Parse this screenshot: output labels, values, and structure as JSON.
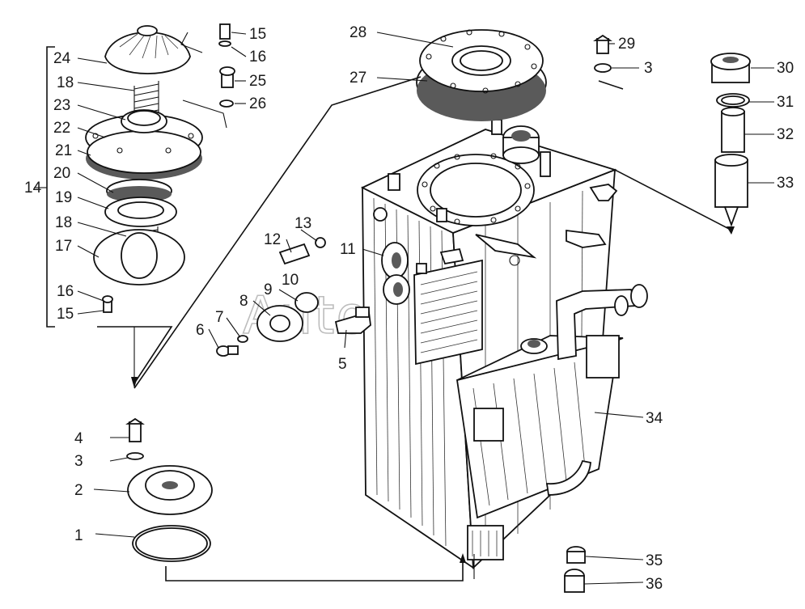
{
  "watermark": "AutoSoft",
  "callouts": {
    "c1": "1",
    "c2": "2",
    "c3a": "3",
    "c3b": "3",
    "c4": "4",
    "c5": "5",
    "c6": "6",
    "c7": "7",
    "c8": "8",
    "c9": "9",
    "c10": "10",
    "c11": "11",
    "c12": "12",
    "c13": "13",
    "c14": "14",
    "c15a": "15",
    "c15b": "15",
    "c16a": "16",
    "c16b": "16",
    "c17": "17",
    "c18a": "18",
    "c18b": "18",
    "c19": "19",
    "c20": "20",
    "c21": "21",
    "c22": "22",
    "c23": "23",
    "c24": "24",
    "c25": "25",
    "c26": "26",
    "c27": "27",
    "c28": "28",
    "c29": "29",
    "c30": "30",
    "c31": "31",
    "c32": "32",
    "c33": "33",
    "c34": "34",
    "c35": "35",
    "c36": "36"
  }
}
